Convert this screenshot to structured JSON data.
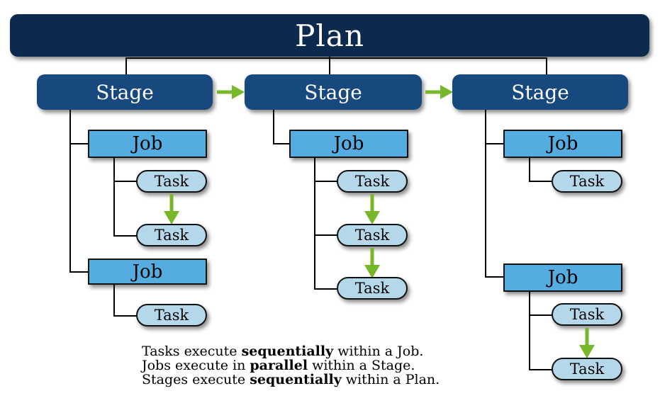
{
  "diagram": {
    "title": "Plan",
    "accent_colors": {
      "plan": "#0c2a4d",
      "stage": "#17487e",
      "job": "#55ace0",
      "task": "#b5d7ea",
      "arrow_green": "#76b82a",
      "connector": "#000000",
      "background": "#ffffff"
    },
    "plan": {
      "label": "Plan"
    },
    "stages": [
      {
        "label": "Stage",
        "jobs": [
          {
            "label": "Job",
            "tasks": [
              {
                "label": "Task"
              },
              {
                "label": "Task"
              }
            ]
          },
          {
            "label": "Job",
            "tasks": [
              {
                "label": "Task"
              }
            ]
          }
        ]
      },
      {
        "label": "Stage",
        "jobs": [
          {
            "label": "Job",
            "tasks": [
              {
                "label": "Task"
              },
              {
                "label": "Task"
              },
              {
                "label": "Task"
              }
            ]
          }
        ]
      },
      {
        "label": "Stage",
        "jobs": [
          {
            "label": "Job",
            "tasks": [
              {
                "label": "Task"
              }
            ]
          },
          {
            "label": "Job",
            "tasks": [
              {
                "label": "Task"
              },
              {
                "label": "Task"
              }
            ]
          }
        ]
      }
    ],
    "stage_arrows": [
      {
        "name": "stage-1-to-stage-2-arrow",
        "direction": "right"
      },
      {
        "name": "stage-2-to-stage-3-arrow",
        "direction": "right"
      }
    ],
    "caption": {
      "line1": {
        "pre": "Tasks execute ",
        "strong": "sequentially",
        "post": " within a Job."
      },
      "line2": {
        "pre": "Jobs execute in ",
        "strong": "parallel",
        "post": " within a Stage."
      },
      "line3": {
        "pre": "Stages execute ",
        "strong": "sequentially",
        "post": " within a Plan."
      }
    }
  }
}
